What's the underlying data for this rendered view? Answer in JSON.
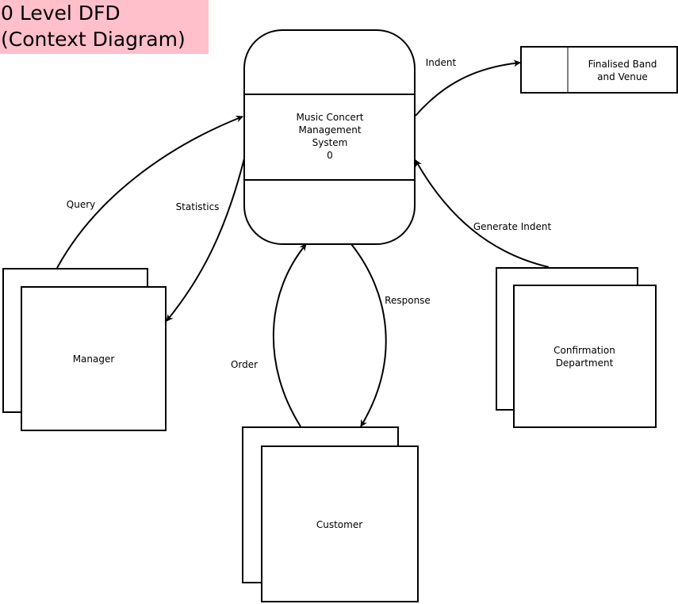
{
  "title": {
    "line1": "0 Level DFD",
    "line2": "(Context Diagram)",
    "background": "#ffc0cb"
  },
  "process": {
    "name_lines": [
      "Music Concert",
      "Management",
      "System"
    ],
    "number": "0"
  },
  "entities": {
    "manager": "Manager",
    "customer": "Customer",
    "confirmation_lines": [
      "Confirmation",
      "Department"
    ]
  },
  "datastore": {
    "label_lines": [
      "Finalised Band",
      "and Venue"
    ]
  },
  "flows": {
    "query": "Query",
    "statistics": "Statistics",
    "indent": "Indent",
    "generate_indent": "Generate Indent",
    "order": "Order",
    "response": "Response"
  },
  "colors": {
    "stroke": "#000000",
    "fill": "#ffffff"
  }
}
